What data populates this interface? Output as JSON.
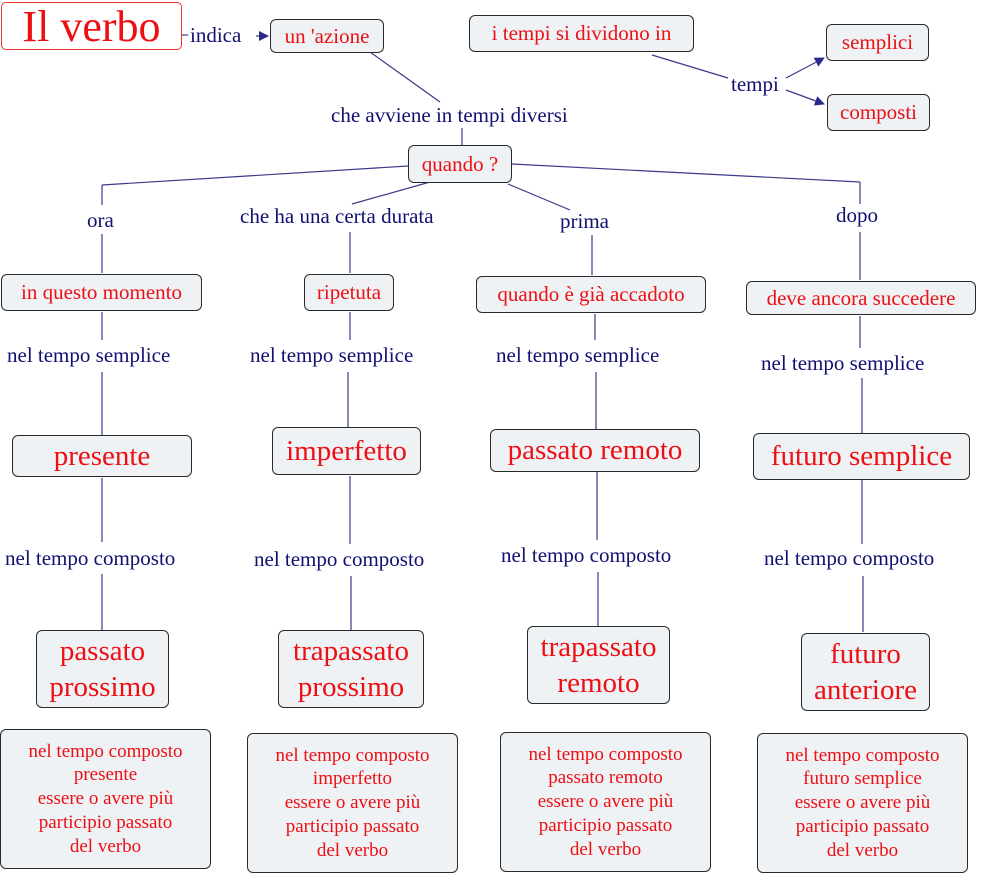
{
  "title": "Il verbo",
  "links_text": {
    "indica": "indica",
    "tempi": "tempi",
    "che_avviene": "che avviene in tempi diversi",
    "ora": "ora",
    "durata": "che ha una certa durata",
    "prima": "prima",
    "dopo": "dopo",
    "semplice": [
      "nel  tempo semplice",
      "nel  tempo semplice",
      "nel  tempo semplice",
      "nel  tempo semplice"
    ],
    "composto": [
      "nel tempo composto",
      "nel tempo composto",
      "nel tempo composto",
      "nel tempo composto"
    ]
  },
  "nodes": {
    "azione": "un 'azione",
    "tempi_divisione": "i tempi si dividono in",
    "semplici": "semplici",
    "composti": "composti",
    "quando": "quando ?",
    "momento": "in questo momento",
    "ripetuta": "ripetuta",
    "accadoto": "quando è già accadoto",
    "succedere": "deve ancora succedere",
    "presente": "presente",
    "imperfetto": "imperfetto",
    "passato_remoto": "passato remoto",
    "futuro_semplice": "futuro semplice",
    "compound": [
      [
        "passato",
        "prossimo"
      ],
      [
        "trapassato",
        "prossimo"
      ],
      [
        "trapassato",
        "remoto"
      ],
      [
        "futuro",
        "anteriore"
      ]
    ],
    "rules": [
      [
        "nel tempo composto",
        "presente",
        "essere o avere più",
        "participio passato",
        "del verbo"
      ],
      [
        "nel tempo composto",
        "imperfetto",
        "essere o avere più",
        "participio passato",
        "del verbo"
      ],
      [
        "nel tempo composto",
        "passato remoto",
        "essere o avere più",
        "participio passato",
        "del verbo"
      ],
      [
        "nel tempo composto",
        "futuro semplice",
        "essere o avere più",
        "participio passato",
        "del verbo"
      ]
    ]
  },
  "colors": {
    "node_text": "#ee0f14",
    "link_text": "#101070",
    "line": "#3a3a8a",
    "node_bg": "#eef2f4"
  }
}
